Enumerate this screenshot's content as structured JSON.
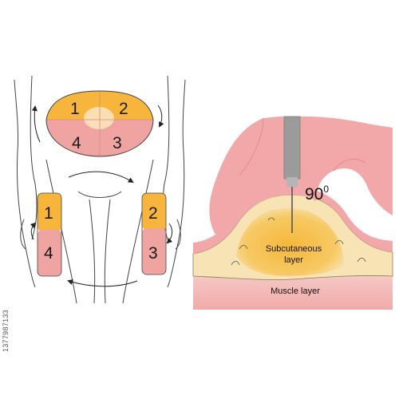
{
  "zones": {
    "abdomen": [
      "1",
      "2",
      "4",
      "3"
    ],
    "left_thigh": [
      "1",
      "4"
    ],
    "right_thigh": [
      "2",
      "3"
    ]
  },
  "injection": {
    "angle": "90",
    "angle_unit": "0",
    "subcutaneous_line1": "Subcutaneous",
    "subcutaneous_line2": "layer",
    "muscle": "Muscle layer"
  },
  "stock_id": "1377987133",
  "colors": {
    "zone_orange": "#f7b53c",
    "zone_pink": "#efa4a2",
    "skin": "#f2a8a8",
    "fat_layer": "#f7e3b3",
    "fat_core": "#f5b73a",
    "muscle": "#f4c4c4",
    "needle": "#9b9b9b",
    "outline": "#444444"
  }
}
